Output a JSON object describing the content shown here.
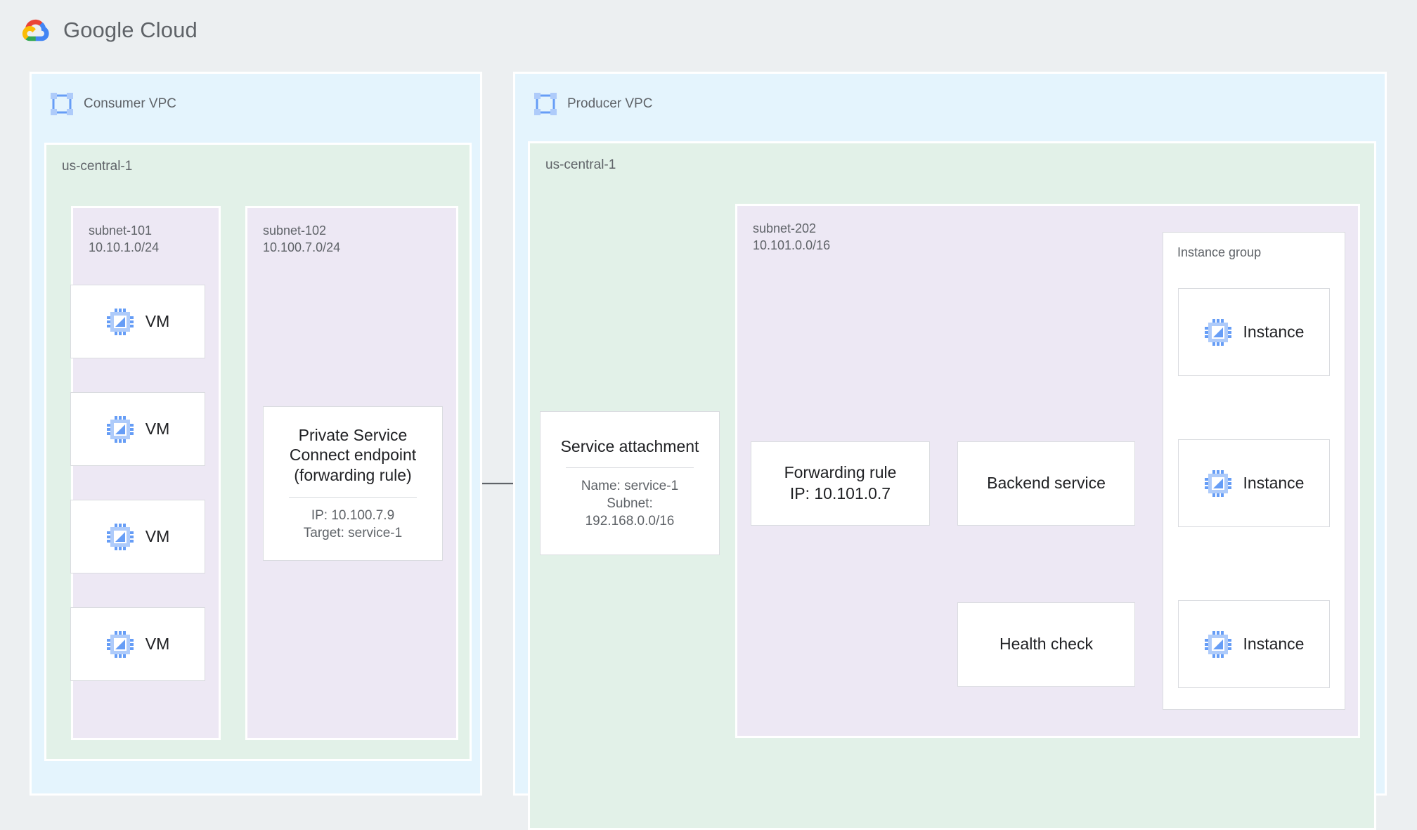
{
  "brand": {
    "name_bold": "Google",
    "name_light": "Cloud",
    "logo_icon": "google-cloud-logo"
  },
  "colors": {
    "page_bg": "#eceff1",
    "vpc_bg": "#e4f4fd",
    "region_bg": "#e2f1e8",
    "subnet_bg": "#ede8f4",
    "node_bg": "#ffffff",
    "node_border": "#dadce0",
    "connector": "#5f6368",
    "text_primary": "#202124",
    "text_secondary": "#5f6368",
    "icon_blue": "#669df6",
    "icon_blue_light": "#aecbfa"
  },
  "consumer": {
    "vpc_title": "Consumer VPC",
    "vpc_icon": "vpc-network-icon",
    "region": "us-central-1",
    "subnet_101": {
      "name": "subnet-101",
      "cidr": "10.10.1.0/24"
    },
    "subnet_102": {
      "name": "subnet-102",
      "cidr": "10.100.7.0/24"
    },
    "vms": [
      {
        "label": "VM",
        "icon": "vm-chip-icon"
      },
      {
        "label": "VM",
        "icon": "vm-chip-icon"
      },
      {
        "label": "VM",
        "icon": "vm-chip-icon"
      },
      {
        "label": "VM",
        "icon": "vm-chip-icon"
      }
    ],
    "psc_endpoint": {
      "title": "Private Service\nConnect endpoint\n(forwarding rule)",
      "ip": "IP: 10.100.7.9",
      "target": "Target: service-1"
    }
  },
  "producer": {
    "vpc_title": "Producer VPC",
    "vpc_icon": "vpc-network-icon",
    "region": "us-central-1",
    "subnet_202": {
      "name": "subnet-202",
      "cidr": "10.101.0.0/16"
    },
    "service_attachment": {
      "title": "Service attachment",
      "name": "Name: service-1",
      "subnet": "Subnet:\n192.168.0.0/16"
    },
    "forwarding_rule": {
      "title": "Forwarding rule\nIP: 10.101.0.7"
    },
    "backend_service": {
      "title": "Backend service"
    },
    "health_check": {
      "title": "Health check"
    },
    "instance_group": {
      "label": "Instance group",
      "instances": [
        {
          "label": "Instance",
          "icon": "vm-chip-icon"
        },
        {
          "label": "Instance",
          "icon": "vm-chip-icon"
        },
        {
          "label": "Instance",
          "icon": "vm-chip-icon"
        }
      ]
    }
  }
}
